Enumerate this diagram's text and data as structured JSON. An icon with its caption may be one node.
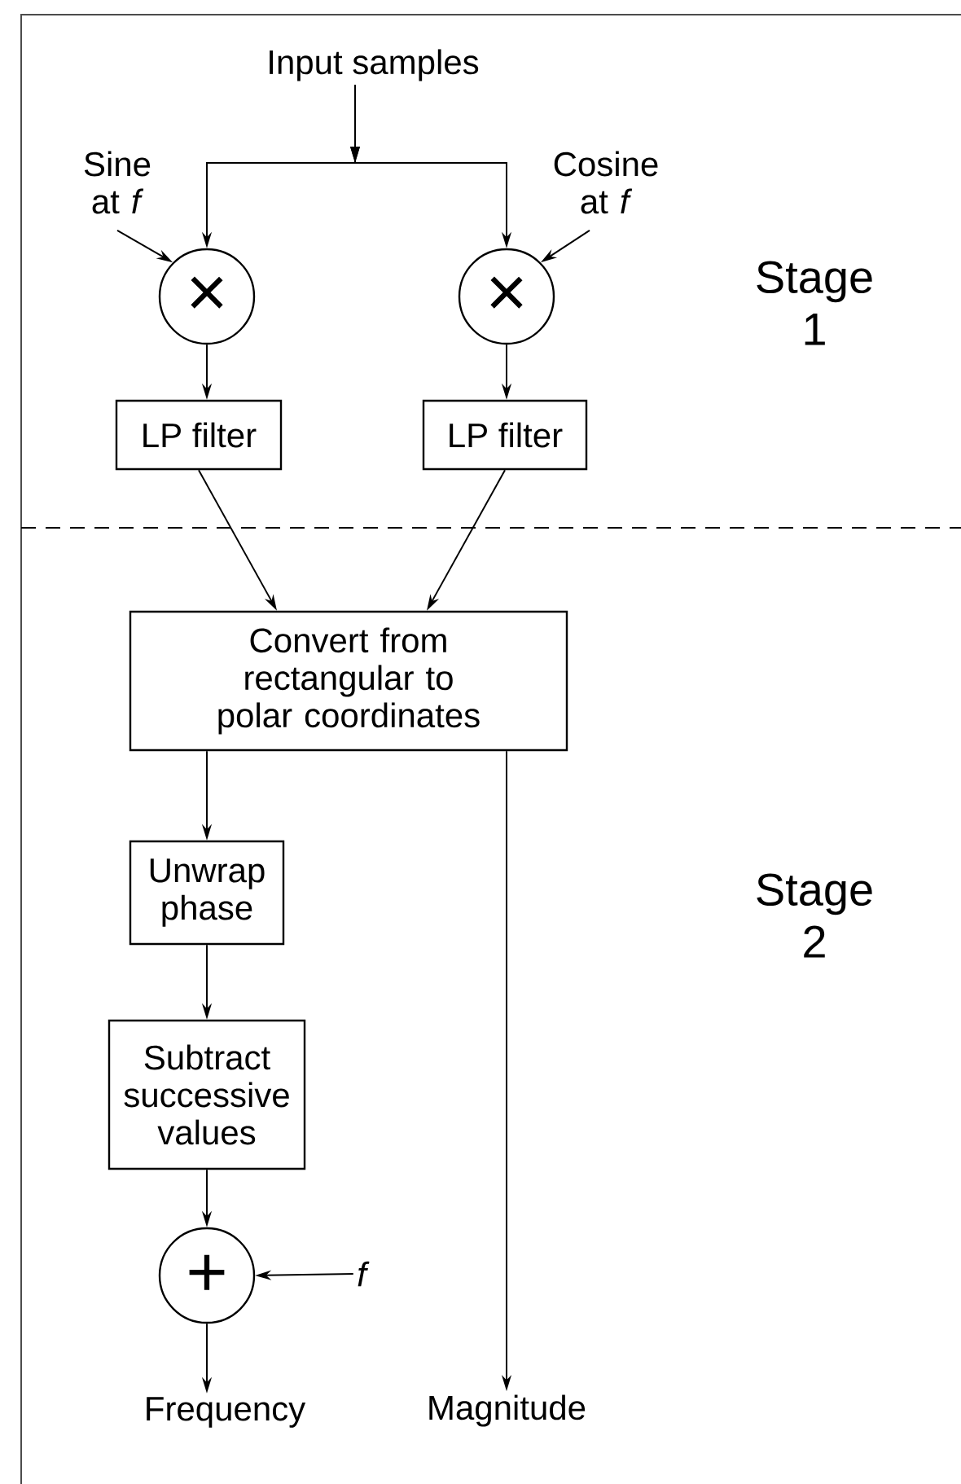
{
  "diagram": {
    "nodes": [
      {
        "text": [
          "Input samples"
        ]
      },
      {
        "text": [
          "Sine at *f*"
        ]
      },
      {
        "text": [
          "Cosine at *f*"
        ]
      },
      {
        "text": [
          "×"
        ]
      },
      {
        "text": [
          "×"
        ]
      },
      {
        "text": [
          "LP filter"
        ]
      },
      {
        "text": [
          "LP filter"
        ]
      },
      {
        "text": [
          "Convert from rectangular to polar coordinates"
        ]
      },
      {
        "text": [
          "Unwrap phase"
        ]
      },
      {
        "text": [
          "Subtract successive values"
        ]
      },
      {
        "text": [
          "+"
        ]
      },
      {
        "text": [
          "f"
        ]
      },
      {
        "text": [
          "Frequency"
        ]
      },
      {
        "text": [
          "Magnitude"
        ]
      }
    ],
    "edges": [
      {
        "from": 0,
        "to": 3,
        "arrow": "to"
      },
      {
        "from": 0,
        "to": 4,
        "arrow": "to"
      },
      {
        "from": 1,
        "to": 3,
        "arrow": "to"
      },
      {
        "from": 2,
        "to": 4,
        "arrow": "to"
      },
      {
        "from": 3,
        "to": 5,
        "arrow": "to"
      },
      {
        "from": 4,
        "to": 6,
        "arrow": "to"
      },
      {
        "from": 5,
        "to": 7,
        "arrow": "to"
      },
      {
        "from": 6,
        "to": 7,
        "arrow": "to"
      },
      {
        "from": 7,
        "to": 8,
        "arrow": "to"
      },
      {
        "from": 8,
        "to": 9,
        "arrow": "to"
      },
      {
        "from": 9,
        "to": 10,
        "arrow": "to"
      },
      {
        "from": 11,
        "to": 10,
        "arrow": "to"
      },
      {
        "from": 10,
        "to": 12,
        "arrow": "to"
      },
      {
        "from": 7,
        "to": 13,
        "arrow": "to"
      }
    ],
    "labels": [
      "Stage 1",
      "Stage 2"
    ]
  }
}
